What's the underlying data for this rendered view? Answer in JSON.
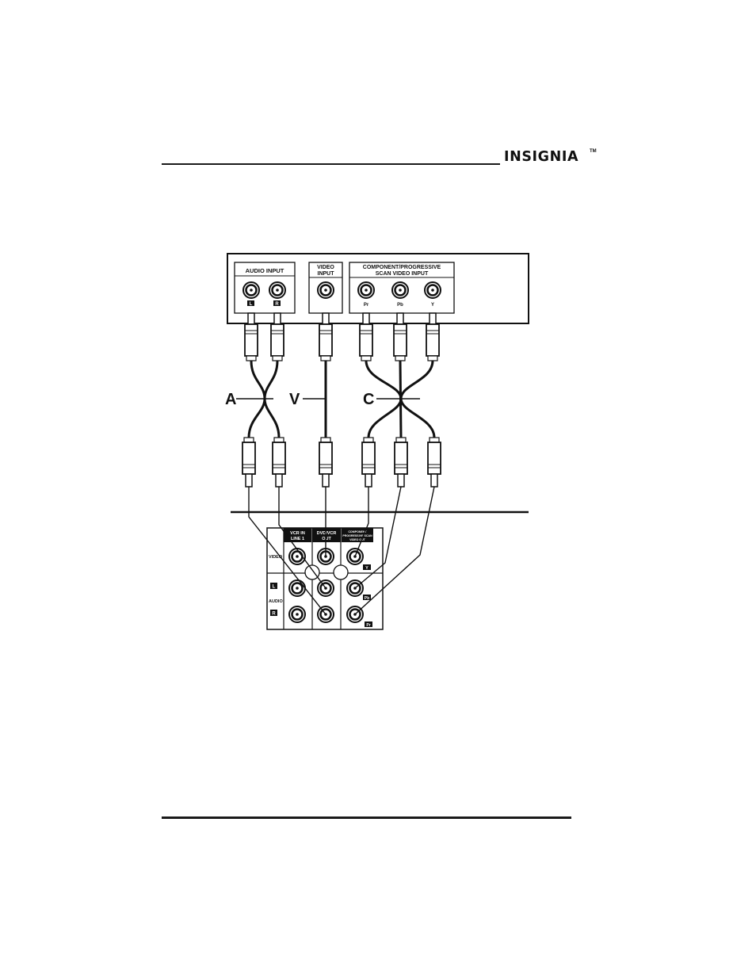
{
  "brand": {
    "name": "INSIGNIA",
    "trademark": "TM"
  },
  "tv_panel": {
    "audio_input": "AUDIO INPUT",
    "audio_left": "L",
    "audio_right": "R",
    "video_input_line1": "VIDEO",
    "video_input_line2": "INPUT",
    "component_line1": "COMPONENT/PROGRESSIVE",
    "component_line2": "SCAN VIDEO INPUT",
    "pr": "Pr",
    "pb": "Pb",
    "y": "Y"
  },
  "cable_labels": {
    "audio": "A",
    "video": "V",
    "component": "C"
  },
  "device_panel": {
    "vcr_in_line1": "VCR IN",
    "vcr_in_line2": "LINE 1",
    "dvd_vcr_out_line1": "DVD/VCR",
    "dvd_vcr_out_line2": "OUT",
    "component_line1": "COMPONENT",
    "component_line2": "PROGRESSIVE SCAN",
    "component_line3": "VIDEO OUT",
    "video": "VIDEO",
    "audio": "AUDIO",
    "l": "L",
    "r": "R",
    "y": "Y",
    "pb": "Pb",
    "pr": "Pr"
  }
}
